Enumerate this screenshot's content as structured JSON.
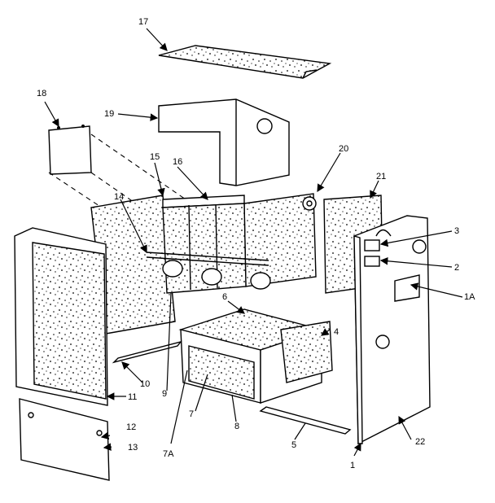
{
  "diagram": {
    "labels": [
      "17",
      "18",
      "19",
      "15",
      "16",
      "20",
      "21",
      "14",
      "3",
      "2",
      "1A",
      "6",
      "4",
      "10",
      "11",
      "9",
      "7",
      "8",
      "12",
      "13",
      "7A",
      "5",
      "1",
      "22"
    ]
  }
}
